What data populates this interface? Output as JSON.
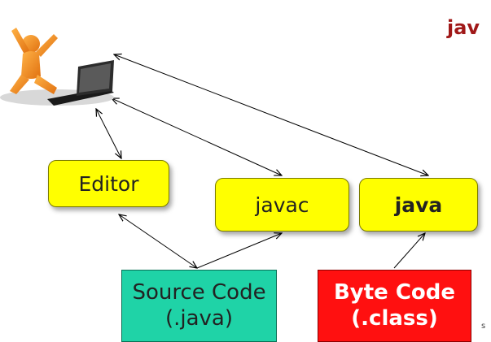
{
  "title_fragment": "jav",
  "nodes": {
    "editor": "Editor",
    "javac": "javac",
    "java": "java",
    "source_line1": "Source Code",
    "source_line2": "(.java)",
    "bytecode_line1": "Byte Code",
    "bytecode_line2": "(.class)"
  },
  "corner_mark": "s",
  "colors": {
    "title": "#a01818",
    "process_box": "#ffff00",
    "source_box": "#1fd3a7",
    "bytecode_box": "#ff1010"
  },
  "icons": {
    "user": "person-with-laptop-icon"
  }
}
